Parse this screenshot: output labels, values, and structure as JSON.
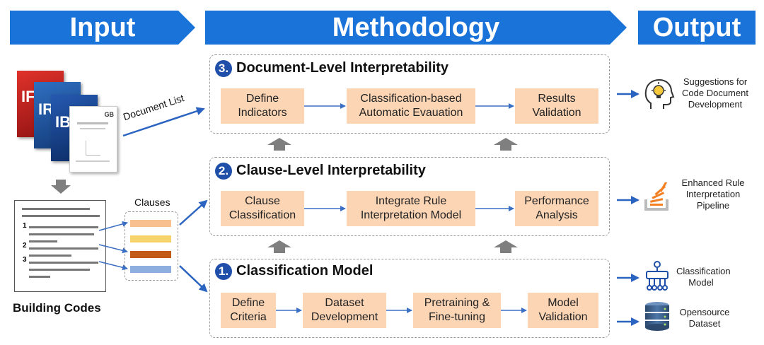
{
  "banners": {
    "input": "Input",
    "methodology": "Methodology",
    "output": "Output"
  },
  "colors": {
    "banner": "#1a73d9",
    "box_fill": "#fcd5b5",
    "number_badge": "#1f4fa8",
    "arrow": "#3a6fc4",
    "gray_arrow": "#7f7f7f"
  },
  "input": {
    "document_list_label": "Document List",
    "clauses_label": "Clauses",
    "building_codes_label": "Building Codes",
    "cover_labels": [
      "IF",
      "IR",
      "IB",
      "GB"
    ],
    "clause_numbers": [
      "1",
      "2",
      "3"
    ],
    "clause_colors": [
      "#f9c08f",
      "#f6d46b",
      "#c05a15",
      "#8eaee0"
    ]
  },
  "panels": {
    "document": {
      "number": "3.",
      "title": "Document-Level Interpretability",
      "steps": [
        "Define Indicators",
        "Classification-based Automatic Evauation",
        "Results Validation"
      ]
    },
    "clause": {
      "number": "2.",
      "title": "Clause-Level Interpretability",
      "steps": [
        "Clause Classification",
        "Integrate Rule Interpretation Model",
        "Performance Analysis"
      ]
    },
    "classification": {
      "number": "1.",
      "title": "Classification Model",
      "steps": [
        "Define Criteria",
        "Dataset Development",
        "Pretraining & Fine-tuning",
        "Model Validation"
      ]
    }
  },
  "outputs": [
    {
      "label": "Suggestions for Code Document Development",
      "icon": "head-lightbulb-icon"
    },
    {
      "label": "Enhanced Rule Interpretation Pipeline",
      "icon": "stack-overflow-icon"
    },
    {
      "label": "Classification Model",
      "icon": "neural-network-icon"
    },
    {
      "label": "Opensource Dataset",
      "icon": "database-icon"
    }
  ]
}
